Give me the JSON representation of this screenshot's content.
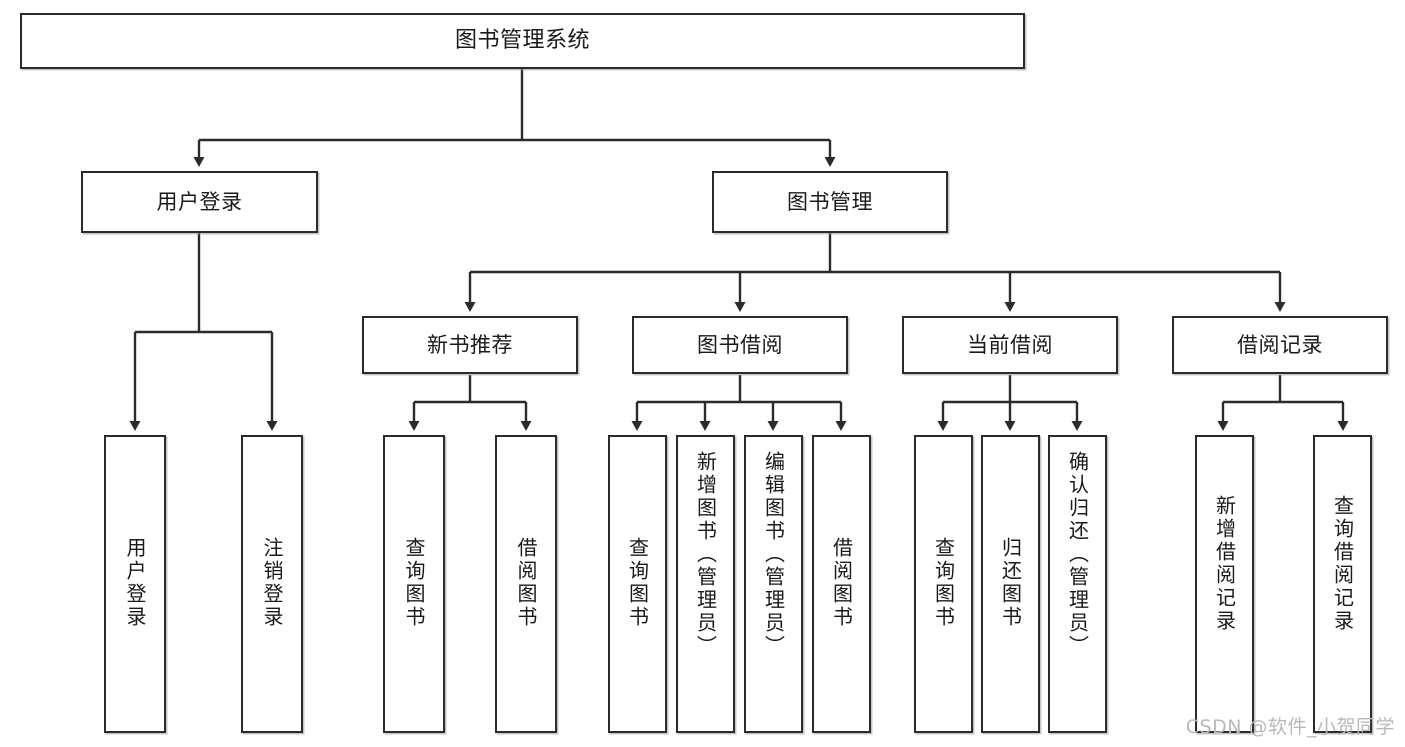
{
  "diagram": {
    "title": "图书管理系统",
    "watermark": "CSDN @软件_小贺同学",
    "levels": {
      "root": {
        "label": "图书管理系统"
      },
      "level2": [
        {
          "label": "用户登录"
        },
        {
          "label": "图书管理"
        }
      ],
      "level3": [
        {
          "label": "新书推荐"
        },
        {
          "label": "图书借阅"
        },
        {
          "label": "当前借阅"
        },
        {
          "label": "借阅记录"
        }
      ],
      "leaves_user_login": [
        {
          "label": "用户登录"
        },
        {
          "label": "注销登录"
        }
      ],
      "leaves_new_book": [
        {
          "label": "查询图书"
        },
        {
          "label": "借阅图书"
        }
      ],
      "leaves_borrow": [
        {
          "label": "查询图书"
        },
        {
          "label": "新增图书（管理员）"
        },
        {
          "label": "编辑图书（管理员）"
        },
        {
          "label": "借阅图书"
        }
      ],
      "leaves_current": [
        {
          "label": "查询图书"
        },
        {
          "label": "归还图书"
        },
        {
          "label": "确认归还（管理员）"
        }
      ],
      "leaves_record": [
        {
          "label": "新增借阅记录"
        },
        {
          "label": "查询借阅记录"
        }
      ]
    },
    "colors": {
      "stroke": "#2b2b2b",
      "fill": "#ffffff",
      "text": "#1a1a1a",
      "watermark": "#b9b9b9"
    }
  },
  "chart_data": {
    "type": "table",
    "title": "图书管理系统 功能结构图",
    "nodes": [
      {
        "id": "root",
        "label": "图书管理系统",
        "level": 1,
        "parent": null
      },
      {
        "id": "n-user-login",
        "label": "用户登录",
        "level": 2,
        "parent": "root"
      },
      {
        "id": "n-book-mgmt",
        "label": "图书管理",
        "level": 2,
        "parent": "root"
      },
      {
        "id": "n-new-book",
        "label": "新书推荐",
        "level": 3,
        "parent": "n-book-mgmt"
      },
      {
        "id": "n-borrow",
        "label": "图书借阅",
        "level": 3,
        "parent": "n-book-mgmt"
      },
      {
        "id": "n-current",
        "label": "当前借阅",
        "level": 3,
        "parent": "n-book-mgmt"
      },
      {
        "id": "n-record",
        "label": "借阅记录",
        "level": 3,
        "parent": "n-book-mgmt"
      },
      {
        "id": "l-user-login",
        "label": "用户登录",
        "level": 4,
        "parent": "n-user-login"
      },
      {
        "id": "l-logout",
        "label": "注销登录",
        "level": 4,
        "parent": "n-user-login"
      },
      {
        "id": "l-nb-query",
        "label": "查询图书",
        "level": 4,
        "parent": "n-new-book"
      },
      {
        "id": "l-nb-borrow",
        "label": "借阅图书",
        "level": 4,
        "parent": "n-new-book"
      },
      {
        "id": "l-bw-query",
        "label": "查询图书",
        "level": 4,
        "parent": "n-borrow"
      },
      {
        "id": "l-bw-add",
        "label": "新增图书（管理员）",
        "level": 4,
        "parent": "n-borrow"
      },
      {
        "id": "l-bw-edit",
        "label": "编辑图书（管理员）",
        "level": 4,
        "parent": "n-borrow"
      },
      {
        "id": "l-bw-borrow",
        "label": "借阅图书",
        "level": 4,
        "parent": "n-borrow"
      },
      {
        "id": "l-cu-query",
        "label": "查询图书",
        "level": 4,
        "parent": "n-current"
      },
      {
        "id": "l-cu-return",
        "label": "归还图书",
        "level": 4,
        "parent": "n-current"
      },
      {
        "id": "l-cu-confirm",
        "label": "确认归还（管理员）",
        "level": 4,
        "parent": "n-current"
      },
      {
        "id": "l-rc-add",
        "label": "新增借阅记录",
        "level": 4,
        "parent": "n-record"
      },
      {
        "id": "l-rc-query",
        "label": "查询借阅记录",
        "level": 4,
        "parent": "n-record"
      }
    ]
  }
}
